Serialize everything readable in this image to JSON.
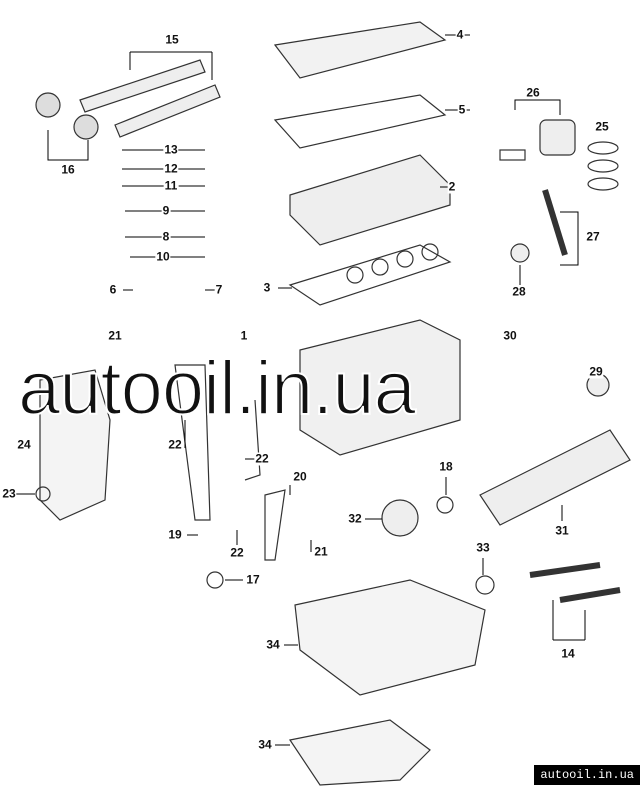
{
  "callouts": [
    "15",
    "4",
    "26",
    "25",
    "5",
    "16",
    "13",
    "12",
    "11",
    "9",
    "8",
    "10",
    "2",
    "27",
    "6",
    "7",
    "3",
    "28",
    "21",
    "1",
    "30",
    "29",
    "24",
    "22",
    "22",
    "20",
    "18",
    "23",
    "32",
    "31",
    "19",
    "22",
    "21",
    "33",
    "17",
    "34",
    "14",
    "34"
  ],
  "watermark": "autooil.in.ua",
  "badge": "autooil.in.ua"
}
